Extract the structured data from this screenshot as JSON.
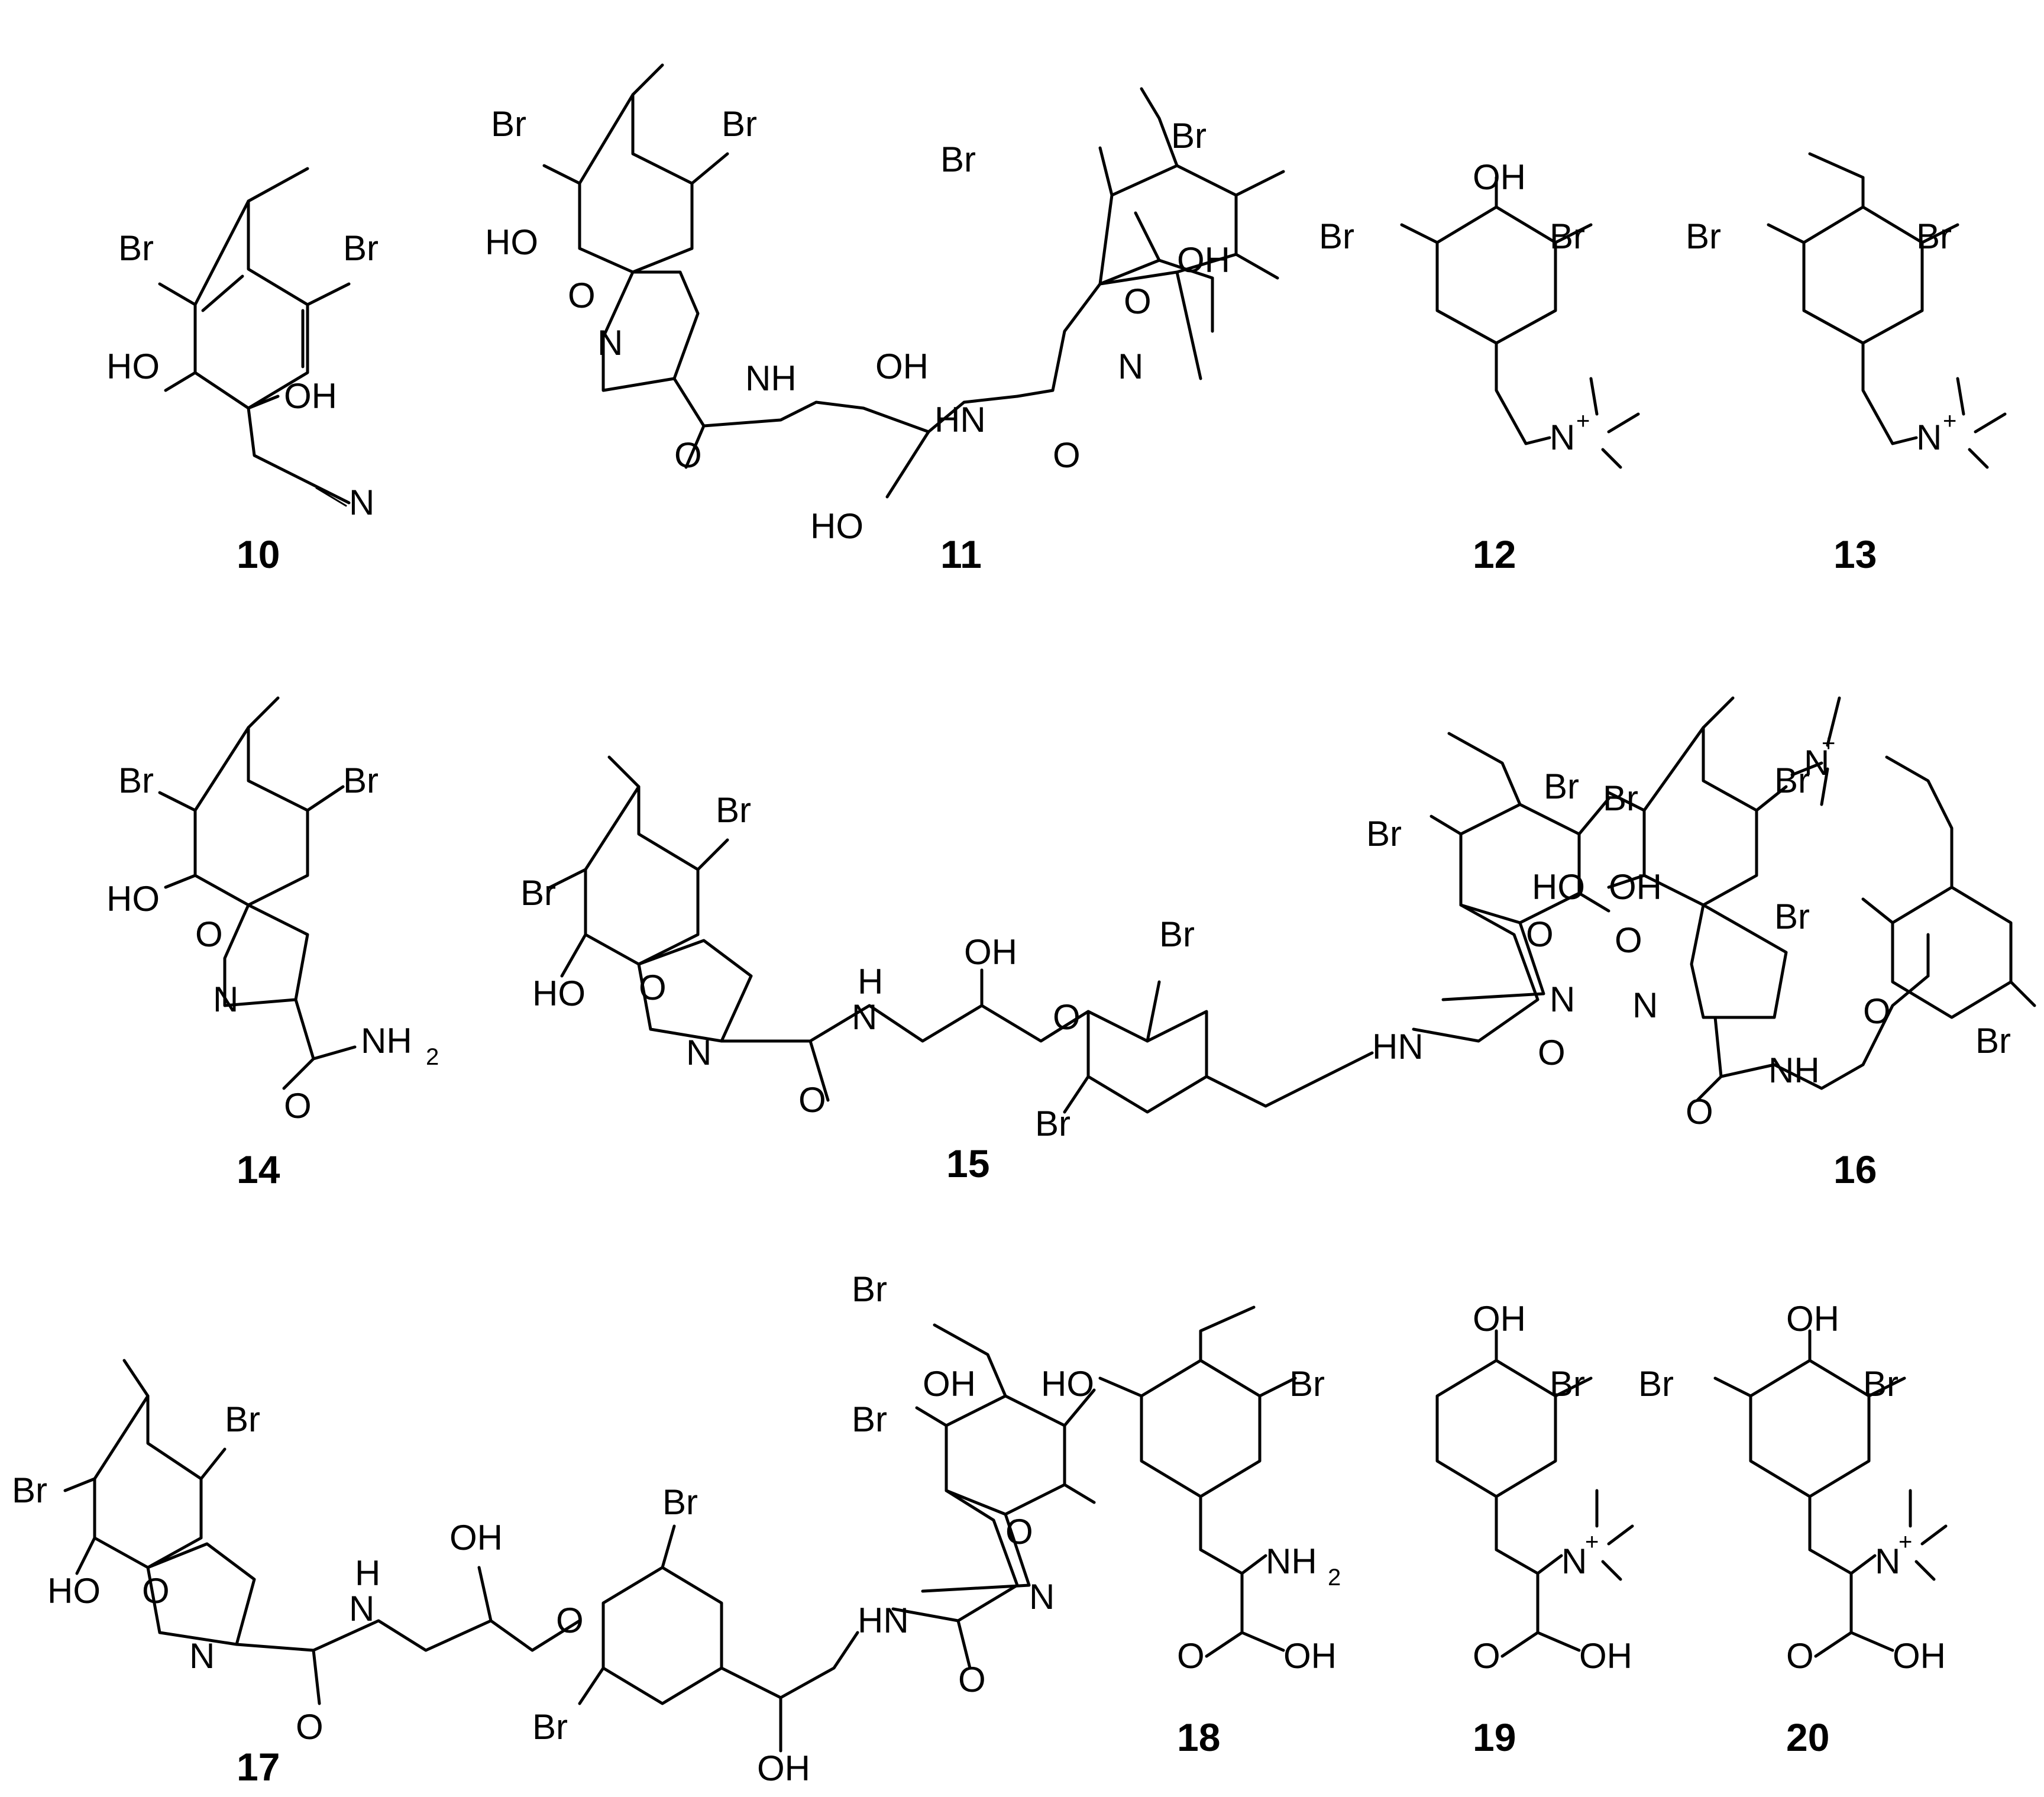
{
  "figure": {
    "compounds": [
      {
        "id": "10",
        "atoms": [
          "Br",
          "Br",
          "HO",
          "OH",
          "N"
        ]
      },
      {
        "id": "11",
        "atoms": [
          "Br",
          "Br",
          "HO",
          "O",
          "N",
          "O",
          "NH",
          "OH",
          "HO",
          "HN",
          "O",
          "Br",
          "Br",
          "OH",
          "O",
          "N"
        ]
      },
      {
        "id": "12",
        "atoms": [
          "OH",
          "Br",
          "Br",
          "N",
          "+"
        ]
      },
      {
        "id": "13",
        "atoms": [
          "Br",
          "Br",
          "N",
          "+"
        ]
      },
      {
        "id": "14",
        "atoms": [
          "Br",
          "Br",
          "HO",
          "O",
          "N",
          "NH",
          "2",
          "O"
        ]
      },
      {
        "id": "15",
        "atoms": [
          "Br",
          "Br",
          "HO",
          "O",
          "N",
          "H",
          "N",
          "O",
          "OH",
          "O",
          "Br",
          "Br",
          "HN",
          "O",
          "Br",
          "OH",
          "Br",
          "O",
          "N"
        ]
      },
      {
        "id": "16",
        "atoms": [
          "Br",
          "Br",
          "HO",
          "O",
          "N",
          "O",
          "NH",
          "N",
          "+",
          "Br",
          "Br",
          "O"
        ]
      },
      {
        "id": "17",
        "atoms": [
          "Br",
          "Br",
          "HO",
          "O",
          "N",
          "H",
          "N",
          "O",
          "OH",
          "O",
          "Br",
          "Br",
          "OH",
          "HN",
          "O",
          "Br",
          "OH",
          "Br",
          "O",
          "N"
        ]
      },
      {
        "id": "18",
        "atoms": [
          "HO",
          "Br",
          "NH",
          "2",
          "O",
          "OH"
        ]
      },
      {
        "id": "19",
        "atoms": [
          "OH",
          "Br",
          "N",
          "+",
          "O",
          "OH"
        ]
      },
      {
        "id": "20",
        "atoms": [
          "OH",
          "Br",
          "Br",
          "N",
          "+",
          "O",
          "OH"
        ]
      }
    ]
  }
}
